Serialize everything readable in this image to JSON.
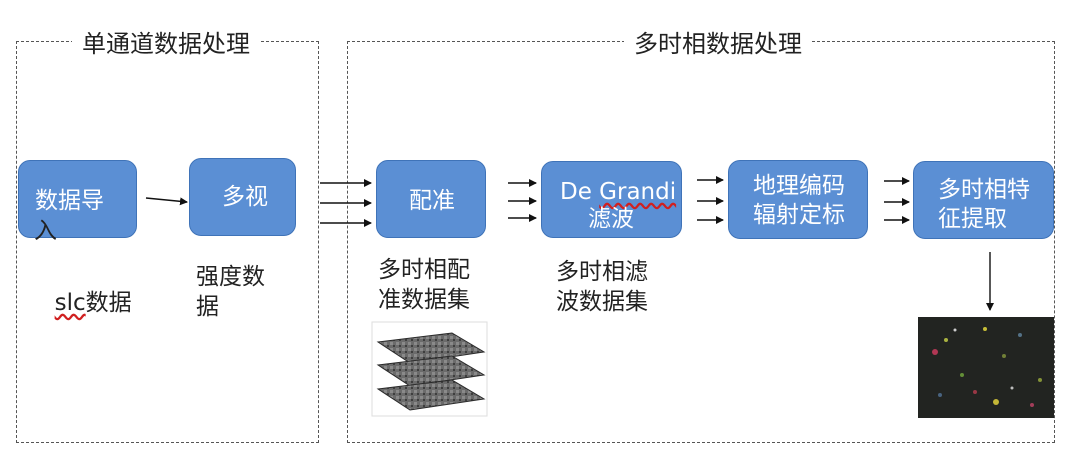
{
  "stages": {
    "single_channel": {
      "title": "单通道数据处理"
    },
    "multi_temporal": {
      "title": "多时相数据处理"
    }
  },
  "nodes": {
    "data_import": {
      "label_line1": "数据导",
      "label_line2": "入"
    },
    "multi_look": {
      "label": "多视"
    },
    "registration": {
      "label": "配准"
    },
    "degrandi_filter": {
      "label_line1": "De Grandi",
      "label_line2": "滤波"
    },
    "geocoding": {
      "label_line1": "地理编码",
      "label_line2": "辐射定标"
    },
    "feature_extraction": {
      "label_line1": "多时相特",
      "label_line2": "征提取"
    }
  },
  "captions": {
    "slc": {
      "prefix": "slc",
      "suffix": "数据"
    },
    "intensity": "强度数\n据",
    "registered_set": "多时相配\n准数据集",
    "filtered_set": "多时相滤\n波数据集"
  },
  "colors": {
    "node_fill": "#5b8fd4",
    "node_border": "#3f73b8",
    "spellcheck_underline": "#d02020"
  }
}
